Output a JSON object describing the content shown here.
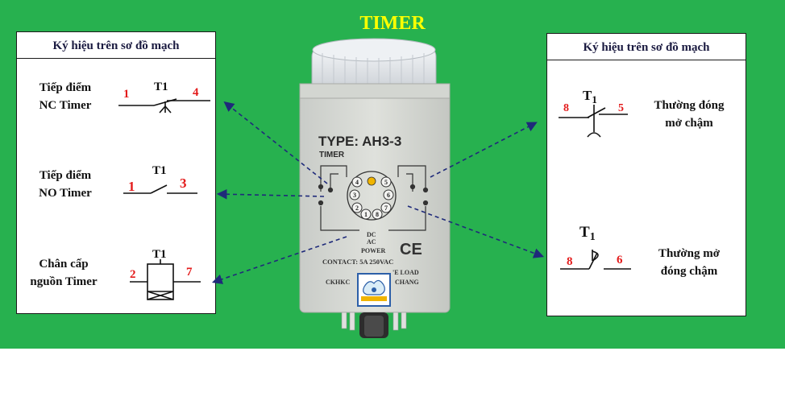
{
  "title": "TIMER",
  "colors": {
    "background": "#27b14f",
    "title": "#ffff00",
    "pin_number": "#e31b1b",
    "arrow": "#1f2a7a"
  },
  "left_panel": {
    "header": "Ký hiệu trên sơ đồ mạch",
    "items": [
      {
        "label_line1": "Tiếp điểm",
        "label_line2": "NC Timer",
        "symbol_name": "T1",
        "pin_left": "1",
        "pin_right": "4"
      },
      {
        "label_line1": "Tiếp điểm",
        "label_line2": "NO Timer",
        "symbol_name": "T1",
        "pin_left": "1",
        "pin_right": "3"
      },
      {
        "label_line1": "Chân cấp",
        "label_line2": "nguồn Timer",
        "symbol_name": "T1",
        "pin_left": "2",
        "pin_right": "7"
      }
    ]
  },
  "right_panel": {
    "header": "Ký hiệu trên sơ đồ mạch",
    "items": [
      {
        "label_line1": "Thường đóng",
        "label_line2": "mở chậm",
        "symbol_name": "T",
        "symbol_sub": "1",
        "pin_left": "8",
        "pin_right": "5"
      },
      {
        "label_line1": "Thường mở",
        "label_line2": "đóng chậm",
        "symbol_name": "T",
        "symbol_sub": "1",
        "pin_left": "8",
        "pin_right": "6"
      }
    ]
  },
  "device": {
    "type_label": "TYPE: AH3-3",
    "sub_label": "TIMER",
    "dc_label": "DC",
    "ac_label": "AC",
    "power_label": "POWER",
    "contact_label": "CONTACT: 5A 250VAC",
    "load_label": "'E LOAD",
    "brand_left": "CKHKC",
    "brand_right": "CHANG",
    "ce_mark": "CE",
    "pins": [
      "1",
      "2",
      "3",
      "4",
      "5",
      "6",
      "7",
      "8"
    ]
  }
}
